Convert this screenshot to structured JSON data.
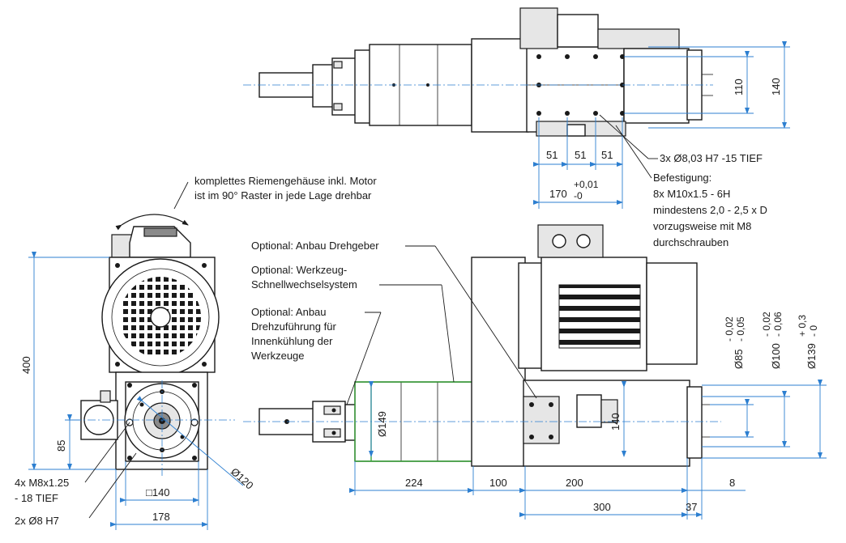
{
  "notes": {
    "rotation_line1": "komplettes Riemengehäuse inkl. Motor",
    "rotation_line2": "ist im 90° Raster in jede Lage drehbar",
    "optional_encoder": "Optional: Anbau Drehgeber",
    "optional_qc_line1": "Optional: Werkzeug-",
    "optional_qc_line2": "Schnellwechselsystem",
    "optional_rot_line1": "Optional: Anbau",
    "optional_rot_line2": "Drehzuführung für",
    "optional_rot_line3": "Innenkühlung der",
    "optional_rot_line4": "Werkzeuge",
    "pin_holes": "3x Ø8,03 H7 -15 TIEF",
    "mount_line1": "Befestigung:",
    "mount_line2": "8x M10x1.5 - 6H",
    "mount_line3": "mindestens 2,0 - 2,5 x D",
    "mount_line4": "vorzugsweise mit M8",
    "mount_line5": "durchschrauben",
    "thread_line1": "4x M8x1.25",
    "thread_line2": "- 18 TIEF",
    "dowel": "2x Ø8 H7"
  },
  "dims": {
    "d51a": "51",
    "d51b": "51",
    "d51c": "51",
    "d170": "170",
    "d170_tol_up": "+0,01",
    "d170_tol_dn": "-0",
    "d110": "110",
    "d140_top": "140",
    "d400": "400",
    "d85_left": "85",
    "d140_sq": "□140",
    "d178": "178",
    "d120": "Ø120",
    "d149": "Ø149",
    "d224": "224",
    "d100": "100",
    "d200": "200",
    "d300": "300",
    "d37": "37",
    "d8": "8",
    "d140_mid": "140",
    "d85_dia": "Ø85",
    "d85_tol_a": "- 0,02",
    "d85_tol_b": "- 0,05",
    "d100_dia": "Ø100",
    "d100_tol_a": "- 0,02",
    "d100_tol_b": "- 0,06",
    "d139_dia": "Ø139",
    "d139_tol_a": "+ 0,3",
    "d139_tol_b": "- 0"
  },
  "colors": {
    "dimension": "#2d7fd0",
    "optional_outline": "#3aa63a"
  }
}
